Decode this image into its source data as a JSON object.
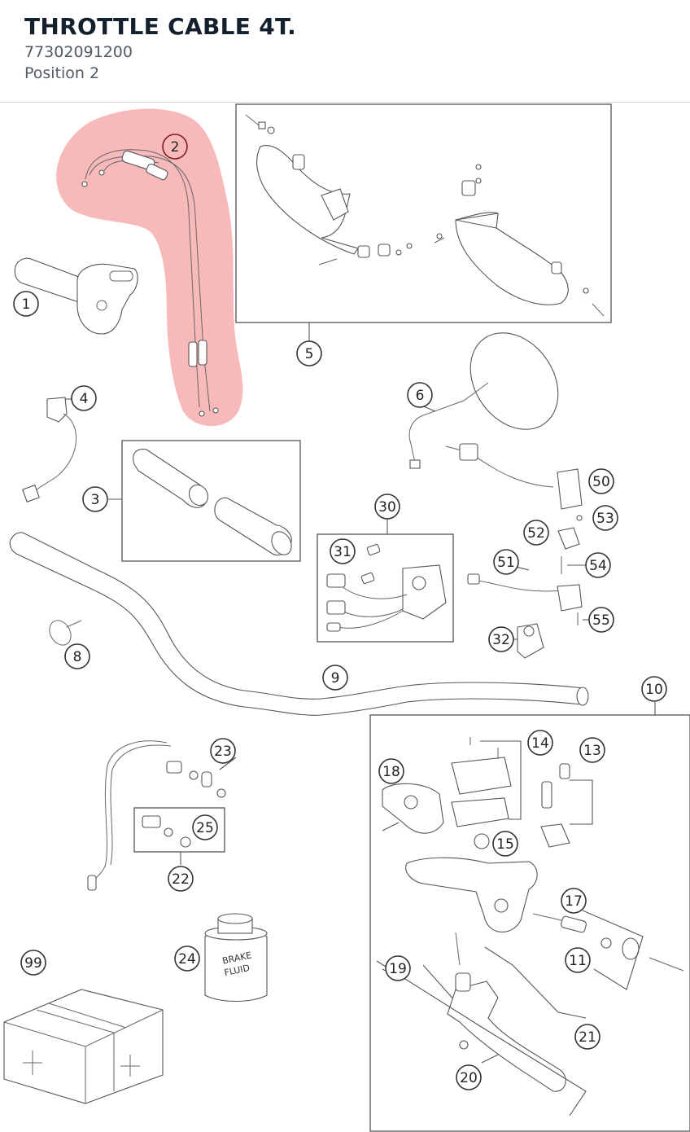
{
  "header": {
    "title": "THROTTLE CABLE 4T.",
    "part_number": "77302091200",
    "position": "Position 2"
  },
  "colors": {
    "highlight": "#f08080",
    "title": "#15202e",
    "subtitle": "#525a63",
    "line": "#555555"
  },
  "selected_part": "2",
  "bottle_label": [
    "BRAKE",
    "FLUID"
  ],
  "callouts": [
    "1",
    "2",
    "3",
    "4",
    "5",
    "6",
    "8",
    "9",
    "10",
    "11",
    "13",
    "14",
    "15",
    "17",
    "18",
    "19",
    "20",
    "21",
    "22",
    "23",
    "24",
    "25",
    "30",
    "31",
    "32",
    "50",
    "51",
    "52",
    "53",
    "54",
    "55",
    "99"
  ]
}
